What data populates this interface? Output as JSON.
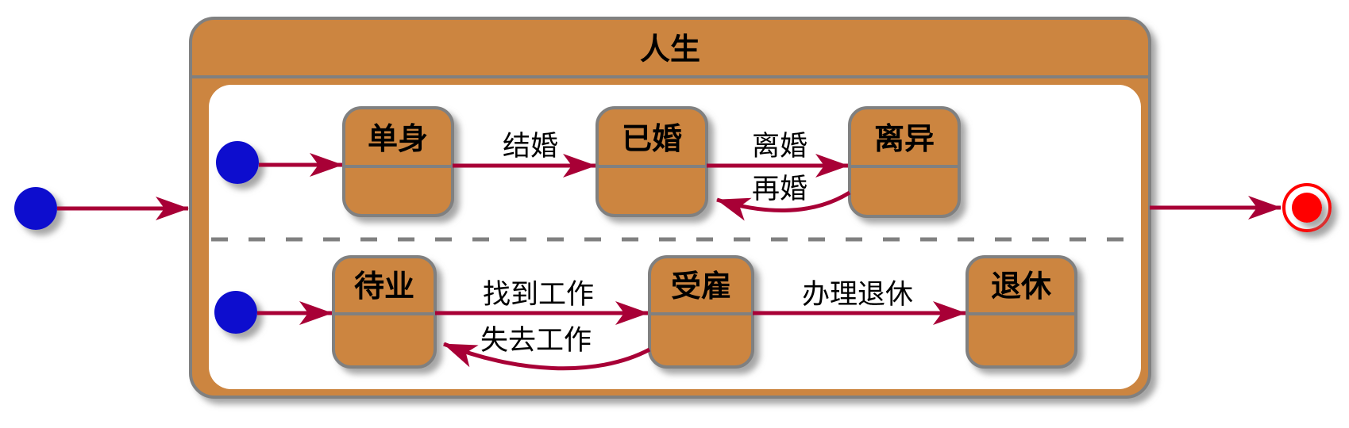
{
  "diagram_type": "state-diagram",
  "composite_title": "人生",
  "regions": [
    {
      "name": "marital-status",
      "states": [
        {
          "id": "single",
          "label": "单身"
        },
        {
          "id": "married",
          "label": "已婚"
        },
        {
          "id": "divorced",
          "label": "离异"
        }
      ],
      "transitions": [
        {
          "from": "initial",
          "to": "single",
          "label": ""
        },
        {
          "from": "single",
          "to": "married",
          "label": "结婚"
        },
        {
          "from": "married",
          "to": "divorced",
          "label": "离婚"
        },
        {
          "from": "divorced",
          "to": "married",
          "label": "再婚"
        }
      ]
    },
    {
      "name": "employment-status",
      "states": [
        {
          "id": "unemployed",
          "label": "待业"
        },
        {
          "id": "employed",
          "label": "受雇"
        },
        {
          "id": "retired",
          "label": "退休"
        }
      ],
      "transitions": [
        {
          "from": "initial",
          "to": "unemployed",
          "label": ""
        },
        {
          "from": "unemployed",
          "to": "employed",
          "label": "找到工作"
        },
        {
          "from": "employed",
          "to": "unemployed",
          "label": "失去工作"
        },
        {
          "from": "employed",
          "to": "retired",
          "label": "办理退休"
        }
      ]
    }
  ],
  "outer_transitions": [
    {
      "from": "initial",
      "to": "人生",
      "label": ""
    },
    {
      "from": "人生",
      "to": "final",
      "label": ""
    }
  ],
  "colors": {
    "state-fill": "#CC8540",
    "state-border": "#808080",
    "arrow": "#A80036",
    "initial-fill": "#0808CE",
    "final-color": "#FF0000",
    "region-bg": "#FFFFFF",
    "canvas-bg": "#FFFFFF",
    "separator": "#808080",
    "text": "#000000"
  }
}
